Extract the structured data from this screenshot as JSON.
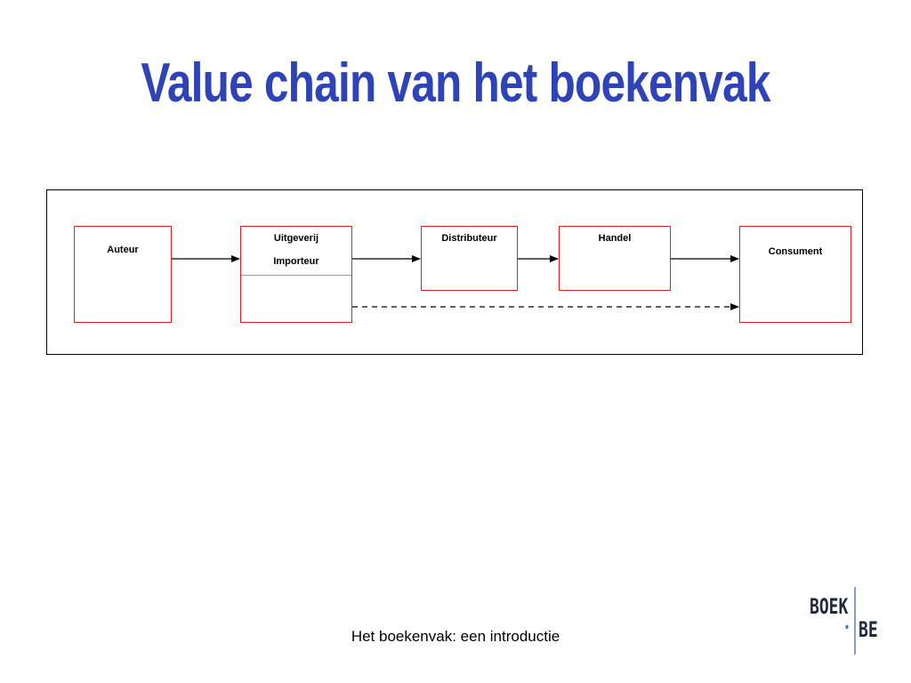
{
  "slide": {
    "title": "Value chain van het boekenvak",
    "footer": "Het boekenvak: een introductie"
  },
  "diagram": {
    "nodes": [
      {
        "id": "auteur",
        "label": "Auteur"
      },
      {
        "id": "uitgeverij",
        "label": "Uitgeverij",
        "sublabel": "Importeur"
      },
      {
        "id": "distributeur",
        "label": "Distributeur"
      },
      {
        "id": "handel",
        "label": "Handel"
      },
      {
        "id": "consument",
        "label": "Consument"
      }
    ],
    "edges": [
      {
        "from": "auteur",
        "to": "uitgeverij",
        "style": "solid"
      },
      {
        "from": "uitgeverij",
        "to": "distributeur",
        "style": "solid"
      },
      {
        "from": "distributeur",
        "to": "handel",
        "style": "solid"
      },
      {
        "from": "handel",
        "to": "consument",
        "style": "solid"
      },
      {
        "from": "uitgeverij",
        "to": "consument",
        "style": "dashed"
      }
    ],
    "colors": {
      "title": "#2e43b8",
      "node_border": "#e02020"
    }
  },
  "logo": {
    "line1": "BOEK",
    "line2": "BE",
    "separator": "."
  }
}
